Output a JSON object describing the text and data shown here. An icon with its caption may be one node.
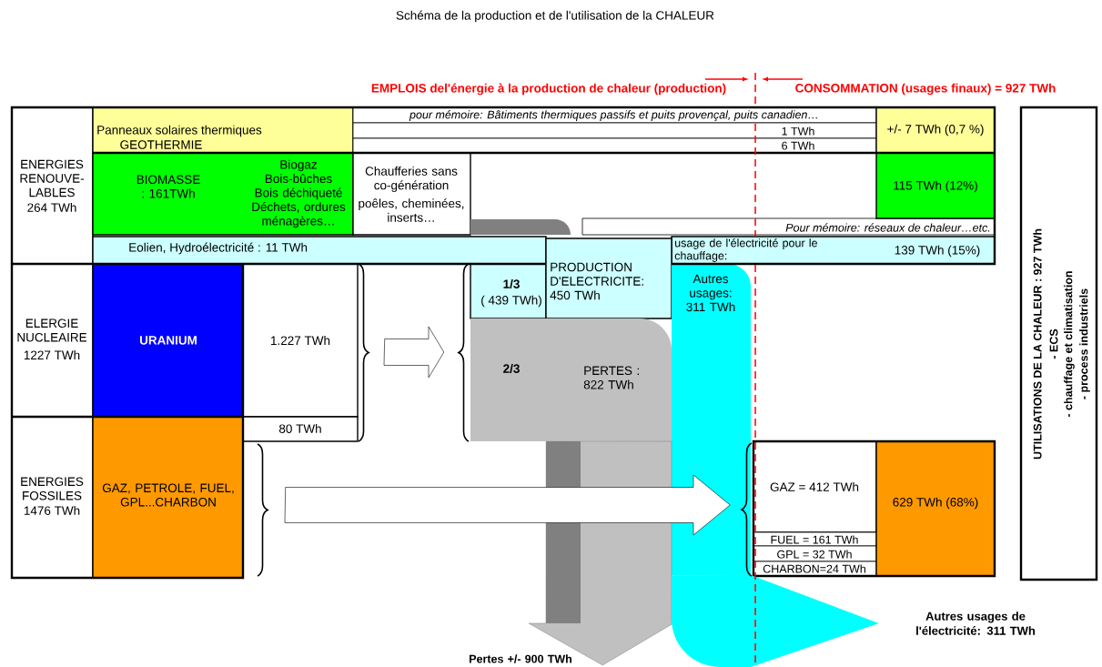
{
  "diagram": {
    "title": "Schéma de la production et de l'utilisation de la CHALEUR",
    "nodes": [
      {
        "text": [
          "ENERGIES RENOUVE- LABLES",
          "264 TWh"
        ]
      },
      {
        "text": [
          "Panneaux solaires thermiques",
          "GEOTHERMIE"
        ]
      },
      {
        "text": [
          "pour mémoire: Bâtiments thermiques passifs et puits provençal, puits canadien…"
        ]
      },
      {
        "text": [
          "1 TWh"
        ]
      },
      {
        "text": [
          "6 TWh"
        ]
      },
      {
        "text": [
          "+/- 7 TWh (0,7 %)"
        ]
      },
      {
        "text": [
          "BIOMASSE : 161TWh",
          "Biogaz Bois-bûches Bois déchiqueté Déchets, ordures ménagères…"
        ]
      },
      {
        "text": [
          "Chaufferies sans co-génération",
          "poêles, cheminées, inserts…"
        ]
      },
      {
        "text": [
          "Pour mémoire: réseaux de chaleur…etc."
        ]
      },
      {
        "text": [
          "115 TWh (12%)"
        ]
      },
      {
        "text": [
          "Eolien, Hydroélectricité : 11 TWh"
        ]
      },
      {
        "text": [
          "usage de l'électricité pour le chauffage:",
          "139 TWh (15%)"
        ]
      },
      {
        "text": [
          "ELERGIE NUCLEAIRE",
          "1227 TWh"
        ]
      },
      {
        "text": [
          "URANIUM"
        ]
      },
      {
        "text": [
          "1.227 TWh"
        ]
      },
      {
        "text": [
          "80 TWh"
        ]
      },
      {
        "text": [
          "1/3",
          "( 439 TWh)"
        ]
      },
      {
        "text": [
          "PRODUCTION D'ELECTRICITE: 450 TWh"
        ]
      },
      {
        "text": [
          "Autres usages: 311 TWh"
        ]
      },
      {
        "text": [
          "2/3",
          "PERTES : 822 TWh"
        ]
      },
      {
        "text": [
          "ENERGIES FOSSILES",
          "1476 TWh"
        ]
      },
      {
        "text": [
          "GAZ, PETROLE, FUEL, GPL...CHARBON"
        ]
      },
      {
        "text": [
          "GAZ = 412 TWh"
        ]
      },
      {
        "text": [
          "FUEL = 161 TWh"
        ]
      },
      {
        "text": [
          "GPL = 32 TWh"
        ]
      },
      {
        "text": [
          "CHARBON=24 TWh"
        ]
      },
      {
        "text": [
          "629 TWh (68%)"
        ]
      },
      {
        "text": [
          "UTILISATIONS DE LA CHALEUR : 927 TWh",
          "- ECS",
          "- chauffage et climatisation",
          "- process industriels"
        ]
      },
      {
        "text": [
          "Autres usages de l'électricité: 311 TWh"
        ]
      },
      {
        "text": [
          "Pertes +/- 900 TWh"
        ]
      }
    ],
    "edges": [
      {
        "from": 14,
        "to": 19,
        "arrow": "to"
      },
      {
        "from": 21,
        "to": 22,
        "arrow": "to"
      },
      {
        "from": 19,
        "to": 29,
        "arrow": "to",
        "color": "#c0c0c0"
      },
      {
        "from": 18,
        "to": 28,
        "arrow": "to",
        "color": "#00ffff"
      }
    ],
    "labels": [
      "EMPLOIS del'énergie à la production de chaleur (production)",
      "CONSOMMATION (usages finaux) = 927 TWh"
    ]
  }
}
